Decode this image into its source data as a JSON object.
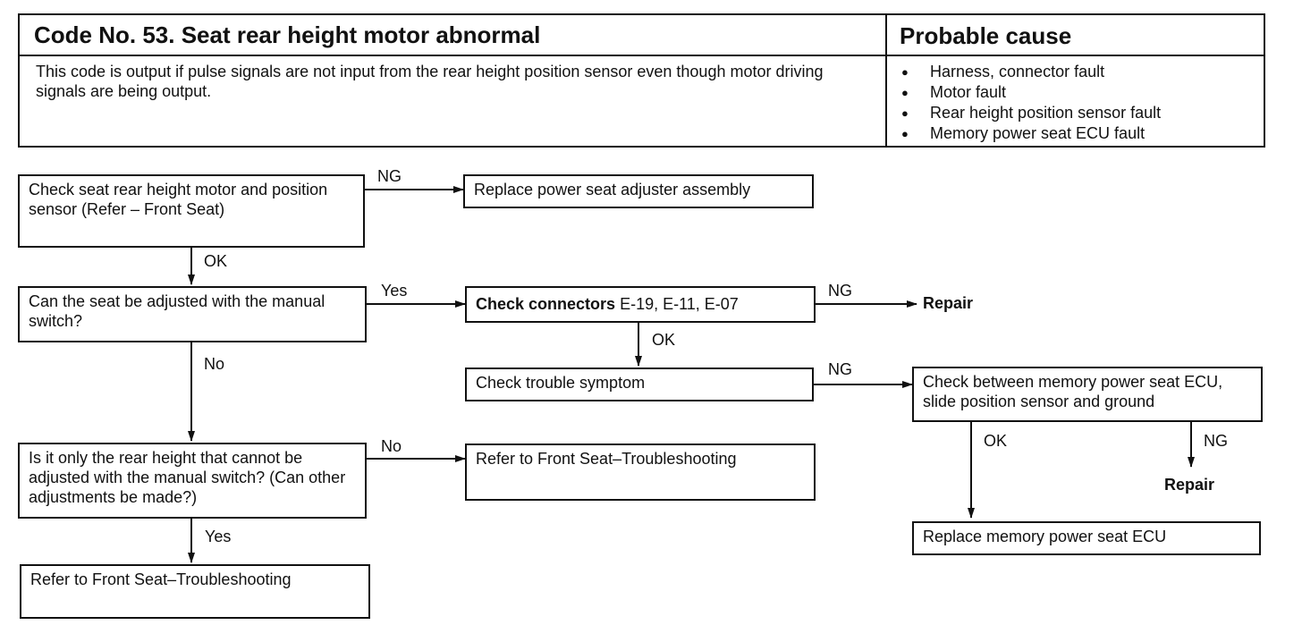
{
  "header": {
    "title": "Code No. 53. Seat rear height motor abnormal",
    "cause_title": "Probable cause",
    "description": "This code is output if pulse signals are not input from the rear height position sensor even though motor driving signals are being output.",
    "causes": [
      "Harness, connector fault",
      "Motor fault",
      "Rear height position sensor fault",
      "Memory power seat ECU fault"
    ]
  },
  "flow": {
    "check_motor": "Check seat rear height motor and position sensor (Refer – Front Seat)",
    "replace_adjuster": "Replace power seat adjuster assembly",
    "can_adjust": "Can the seat be adjusted with the manual switch?",
    "check_connectors_bold": "Check connectors",
    "check_connectors_ids": "E-19, E-11, E-07",
    "check_symptom": "Check trouble symptom",
    "check_between": "Check between memory power seat ECU, slide position sensor and ground",
    "only_rear": "Is it only the rear height that cannot be adjusted with the manual switch? (Can other adjustments be made?)",
    "refer_front_1": "Refer to Front Seat–Troubleshooting",
    "refer_front_2": "Refer to Front Seat–Troubleshooting",
    "replace_ecu": "Replace memory power seat ECU",
    "repair_1": "Repair",
    "repair_2": "Repair",
    "labels": {
      "ng_1": "NG",
      "ok_1": "OK",
      "yes_1": "Yes",
      "ng_2": "NG",
      "ok_2": "OK",
      "no_1": "No",
      "ng_3": "NG",
      "no_2": "No",
      "yes_2": "Yes",
      "ok_3": "OK",
      "ng_4": "NG"
    }
  }
}
